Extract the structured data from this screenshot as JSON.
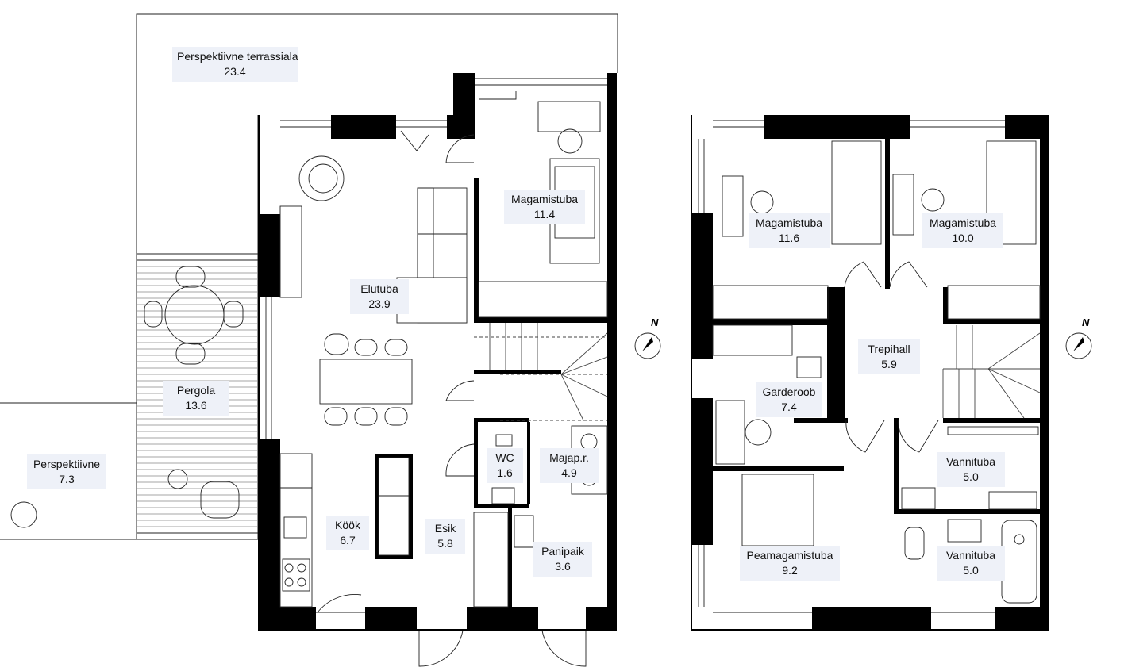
{
  "colors": {
    "wall": "#000000",
    "label_bg": "#eef1f8",
    "line": "#222222",
    "text": "#111111"
  },
  "north_label": "N",
  "ground_floor": {
    "rooms": [
      {
        "id": "terrass",
        "name": "Perspektiivne terrassiala",
        "area": "23.4"
      },
      {
        "id": "pergola",
        "name": "Pergola",
        "area": "13.6"
      },
      {
        "id": "perspektiivne",
        "name": "Perspektiivne",
        "area": "7.3"
      },
      {
        "id": "elutuba",
        "name": "Elutuba",
        "area": "23.9"
      },
      {
        "id": "magamistuba",
        "name": "Magamistuba",
        "area": "11.4"
      },
      {
        "id": "kook",
        "name": "Köök",
        "area": "6.7"
      },
      {
        "id": "esik",
        "name": "Esik",
        "area": "5.8"
      },
      {
        "id": "wc",
        "name": "WC",
        "area": "1.6"
      },
      {
        "id": "majap",
        "name": "Majap.r.",
        "area": "4.9"
      },
      {
        "id": "panipaik",
        "name": "Panipaik",
        "area": "3.6"
      }
    ]
  },
  "upper_floor": {
    "rooms": [
      {
        "id": "magamistuba1",
        "name": "Magamistuba",
        "area": "11.6"
      },
      {
        "id": "magamistuba2",
        "name": "Magamistuba",
        "area": "10.0"
      },
      {
        "id": "trepihall",
        "name": "Trepihall",
        "area": "5.9"
      },
      {
        "id": "garderoob",
        "name": "Garderoob",
        "area": "7.4"
      },
      {
        "id": "vannituba1",
        "name": "Vannituba",
        "area": "5.0"
      },
      {
        "id": "peamagamistuba",
        "name": "Peamagamistuba",
        "area": "9.2"
      },
      {
        "id": "vannituba2",
        "name": "Vannituba",
        "area": "5.0"
      }
    ]
  }
}
